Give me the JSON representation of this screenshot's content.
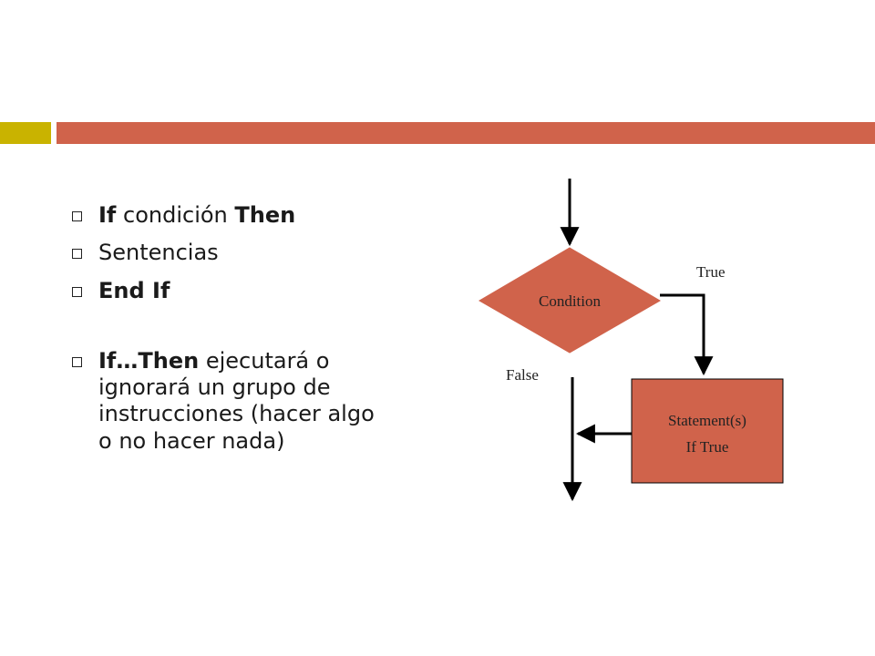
{
  "colors": {
    "accent_bar": "#c9b300",
    "main_bar": "#d0634b",
    "shape_fill": "#d0634b",
    "line": "#000000"
  },
  "bullets": [
    {
      "kw1": "If",
      "mid": "condición",
      "kw2": "Then"
    },
    {
      "text": "Sentencias"
    },
    {
      "text": "End If"
    },
    {
      "kw": "If…Then",
      "rest": "ejecutará o ignorará un grupo de instrucciones (hacer algo o no hacer nada)"
    }
  ],
  "flowchart": {
    "condition_label": "Condition",
    "true_label": "True",
    "false_label": "False",
    "statement_line1": "Statement(s)",
    "statement_line2": "If True"
  }
}
